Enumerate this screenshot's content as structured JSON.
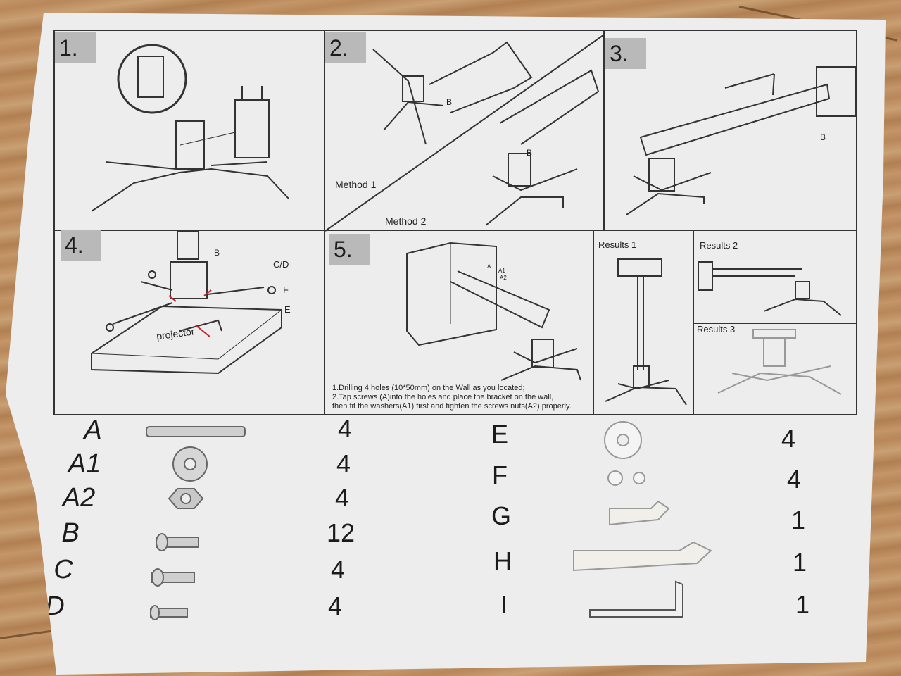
{
  "steps": {
    "s1": "1.",
    "s2": "2.",
    "s3": "3.",
    "s4": "4.",
    "s5": "5."
  },
  "step2": {
    "method1": "Method 1",
    "method2": "Method 2",
    "label_b1": "B",
    "label_b2": "B"
  },
  "step3": {
    "label_b": "B"
  },
  "step4": {
    "label_b": "B",
    "label_cd": "C/D",
    "label_f": "F",
    "label_e": "E",
    "projector": "projector"
  },
  "step5": {
    "label_a": "A",
    "label_a1": "A1",
    "label_a2": "A2",
    "instructions": [
      "1.Drilling 4 holes (10*50mm) on the Wall as you located;",
      "2.Tap screws (A)into the holes and place the bracket on the wall,",
      "then fit the washers(A1) first and tighten the screws nuts(A2) properly."
    ]
  },
  "results": {
    "r1": "Results 1",
    "r2": "Results 2",
    "r3": "Results 3"
  },
  "parts_left": [
    {
      "code": "A",
      "qty": "4"
    },
    {
      "code": "A1",
      "qty": "4"
    },
    {
      "code": "A2",
      "qty": "4"
    },
    {
      "code": "B",
      "qty": "12"
    },
    {
      "code": "C",
      "qty": "4"
    },
    {
      "code": "D",
      "qty": "4"
    }
  ],
  "parts_right": [
    {
      "code": "E",
      "qty": "4"
    },
    {
      "code": "F",
      "qty": "4"
    },
    {
      "code": "G",
      "qty": "1"
    },
    {
      "code": "H",
      "qty": "1"
    },
    {
      "code": "I",
      "qty": "1"
    }
  ],
  "colors": {
    "paper": "#ecedec",
    "line": "#333333",
    "step_box": "#b9b9b9",
    "arrow": "#cc2222"
  }
}
